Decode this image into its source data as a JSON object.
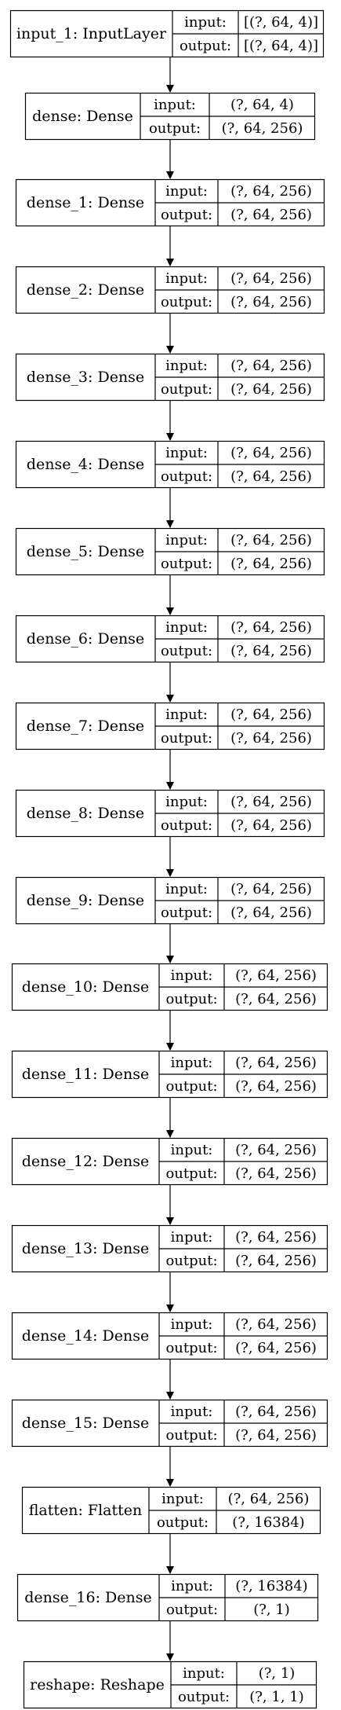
{
  "layers": [
    {
      "name": "input_1: InputLayer",
      "input_label": "input:",
      "input_value": "[(?, 64, 4)]",
      "output_label": "output:",
      "output_value": "[(?, 64, 4)]"
    },
    {
      "name": "dense: Dense",
      "input_label": "input:",
      "input_value": "(?, 64, 4)",
      "output_label": "output:",
      "output_value": "(?, 64, 256)"
    },
    {
      "name": "dense_1: Dense",
      "input_label": "input:",
      "input_value": "(?, 64, 256)",
      "output_label": "output:",
      "output_value": "(?, 64, 256)"
    },
    {
      "name": "dense_2: Dense",
      "input_label": "input:",
      "input_value": "(?, 64, 256)",
      "output_label": "output:",
      "output_value": "(?, 64, 256)"
    },
    {
      "name": "dense_3: Dense",
      "input_label": "input:",
      "input_value": "(?, 64, 256)",
      "output_label": "output:",
      "output_value": "(?, 64, 256)"
    },
    {
      "name": "dense_4: Dense",
      "input_label": "input:",
      "input_value": "(?, 64, 256)",
      "output_label": "output:",
      "output_value": "(?, 64, 256)"
    },
    {
      "name": "dense_5: Dense",
      "input_label": "input:",
      "input_value": "(?, 64, 256)",
      "output_label": "output:",
      "output_value": "(?, 64, 256)"
    },
    {
      "name": "dense_6: Dense",
      "input_label": "input:",
      "input_value": "(?, 64, 256)",
      "output_label": "output:",
      "output_value": "(?, 64, 256)"
    },
    {
      "name": "dense_7: Dense",
      "input_label": "input:",
      "input_value": "(?, 64, 256)",
      "output_label": "output:",
      "output_value": "(?, 64, 256)"
    },
    {
      "name": "dense_8: Dense",
      "input_label": "input:",
      "input_value": "(?, 64, 256)",
      "output_label": "output:",
      "output_value": "(?, 64, 256)"
    },
    {
      "name": "dense_9: Dense",
      "input_label": "input:",
      "input_value": "(?, 64, 256)",
      "output_label": "output:",
      "output_value": "(?, 64, 256)"
    },
    {
      "name": "dense_10: Dense",
      "input_label": "input:",
      "input_value": "(?, 64, 256)",
      "output_label": "output:",
      "output_value": "(?, 64, 256)"
    },
    {
      "name": "dense_11: Dense",
      "input_label": "input:",
      "input_value": "(?, 64, 256)",
      "output_label": "output:",
      "output_value": "(?, 64, 256)"
    },
    {
      "name": "dense_12: Dense",
      "input_label": "input:",
      "input_value": "(?, 64, 256)",
      "output_label": "output:",
      "output_value": "(?, 64, 256)"
    },
    {
      "name": "dense_13: Dense",
      "input_label": "input:",
      "input_value": "(?, 64, 256)",
      "output_label": "output:",
      "output_value": "(?, 64, 256)"
    },
    {
      "name": "dense_14: Dense",
      "input_label": "input:",
      "input_value": "(?, 64, 256)",
      "output_label": "output:",
      "output_value": "(?, 64, 256)"
    },
    {
      "name": "dense_15: Dense",
      "input_label": "input:",
      "input_value": "(?, 64, 256)",
      "output_label": "output:",
      "output_value": "(?, 64, 256)"
    },
    {
      "name": "flatten: Flatten",
      "input_label": "input:",
      "input_value": "(?, 64, 256)",
      "output_label": "output:",
      "output_value": "(?, 16384)"
    },
    {
      "name": "dense_16: Dense",
      "input_label": "input:",
      "input_value": "(?, 16384)",
      "output_label": "output:",
      "output_value": "(?, 1)"
    },
    {
      "name": "reshape: Reshape",
      "input_label": "input:",
      "input_value": "(?, 1)",
      "output_label": "output:",
      "output_value": "(?, 1, 1)"
    }
  ]
}
